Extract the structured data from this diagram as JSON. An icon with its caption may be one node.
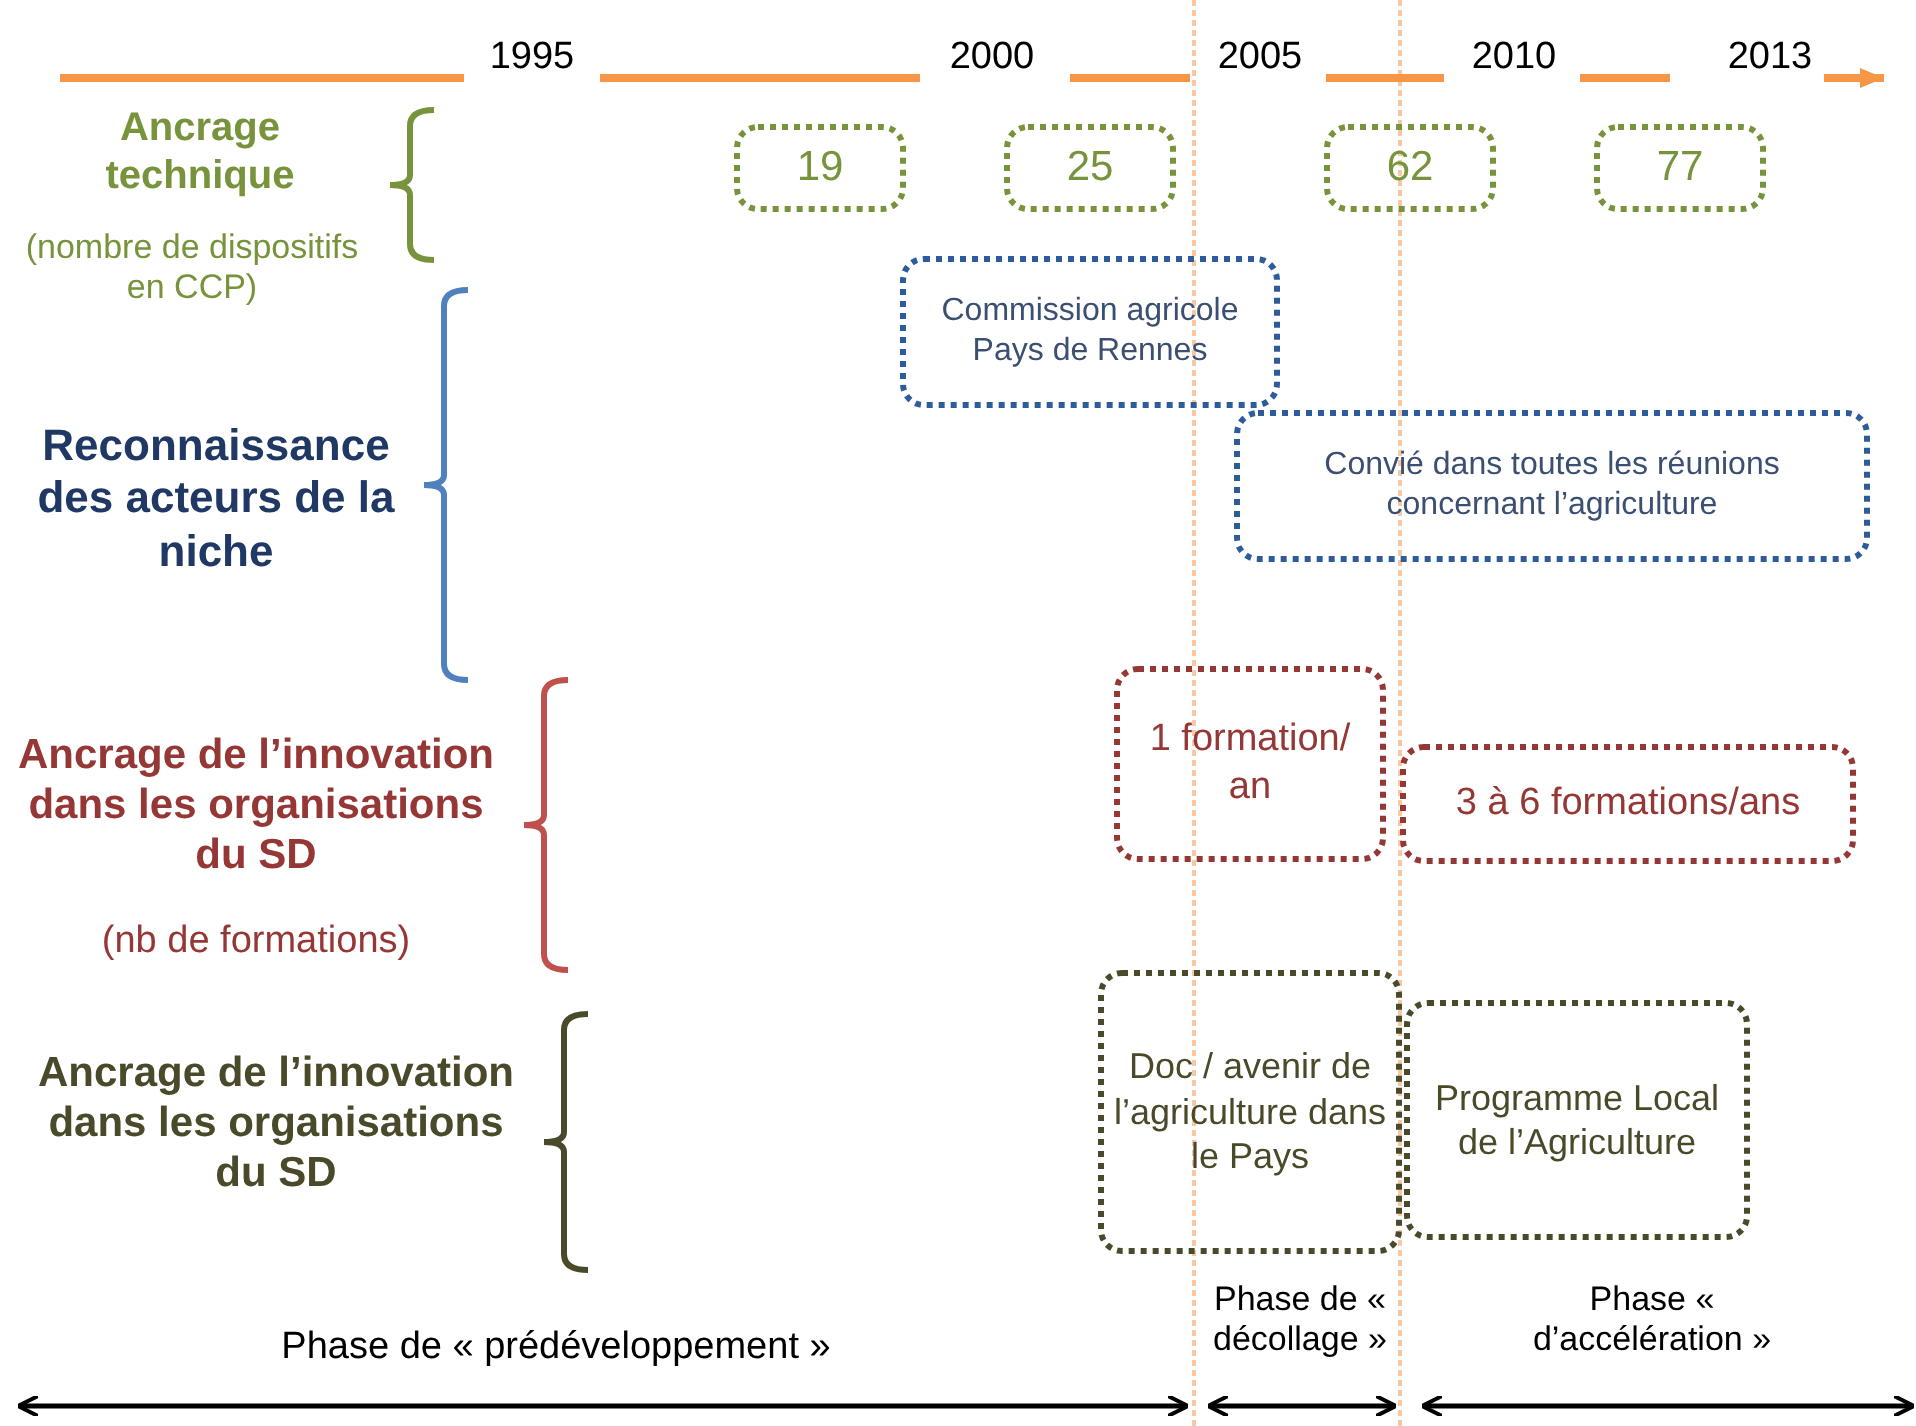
{
  "diagram": {
    "nodes": [
      {
        "text": [
          "19"
        ]
      },
      {
        "text": [
          "25"
        ]
      },
      {
        "text": [
          "62"
        ]
      },
      {
        "text": [
          "77"
        ]
      },
      {
        "text": [
          "Commission agricole Pays de Rennes"
        ]
      },
      {
        "text": [
          "Convié dans toutes les réunions concernant l’agriculture"
        ]
      },
      {
        "text": [
          "1 formation/ an"
        ]
      },
      {
        "text": [
          "3 à 6 formations/ans"
        ]
      },
      {
        "text": [
          "Doc / avenir de l’agriculture dans le Pays"
        ]
      },
      {
        "text": [
          "Programme Local de l’Agriculture"
        ]
      }
    ],
    "labels": [
      "1995",
      "2000",
      "2005",
      "2010",
      "2013",
      "Ancrage technique",
      "(nombre de dispositifs en CCP)",
      "Reconnaissance des acteurs de la niche",
      "Ancrage de l’innovation dans les organisations du SD",
      "(nb de formations)",
      "Ancrage de l’innovation dans les organisations du SD",
      "Phase de « prédéveloppement »",
      "Phase de « décollage »",
      "Phase « d’accélération »"
    ]
  }
}
